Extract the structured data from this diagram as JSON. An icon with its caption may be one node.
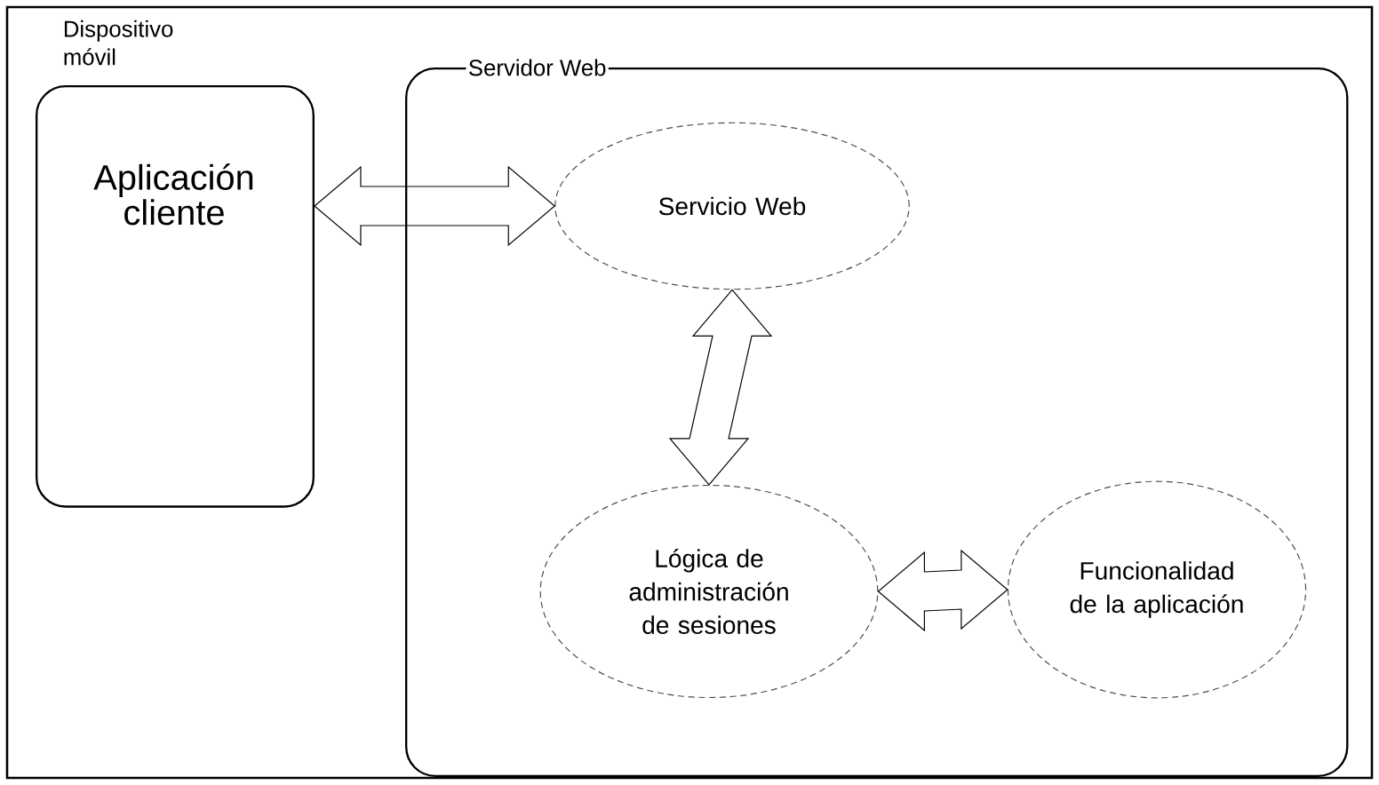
{
  "diagram": {
    "nodes": [
      {
        "text": [
          "Dispositivo móvil",
          "Aplicación cliente"
        ]
      },
      {
        "text": [
          "Servidor Web"
        ]
      },
      {
        "text": [
          "Servicio Web"
        ],
        "in": 1
      },
      {
        "text": [
          "Lógica de administración de sesiones"
        ],
        "in": 1
      },
      {
        "text": [
          "Funcionalidad de la aplicación"
        ],
        "in": 1
      }
    ],
    "edges": [
      {
        "from": 0,
        "to": 2,
        "arrow": "both"
      },
      {
        "from": 2,
        "to": 3,
        "arrow": "both"
      },
      {
        "from": 3,
        "to": 4,
        "arrow": "both"
      }
    ]
  }
}
